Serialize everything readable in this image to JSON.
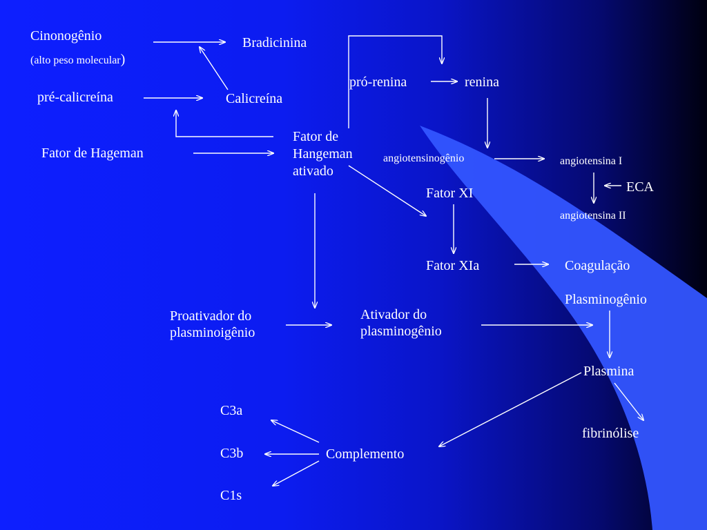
{
  "colors": {
    "background_start": "#0d1fff",
    "background_end": "#000010",
    "swoosh": "#3355ff",
    "text": "#ffffff",
    "arrow": "#ffffff"
  },
  "nodes": {
    "cinonogenio": "Cinonogênio",
    "alto_peso_molecular": "(alto peso molecular",
    "alto_peso_paren": ")",
    "bradicinina": "Bradicinina",
    "pre_calicreina": "pré-calicreína",
    "calicreina": "Calicreína",
    "fator_hageman": "Fator de Hageman",
    "fator_hageman_ativado": "Fator de Hangeman ativado",
    "pro_renina": "pró-renina",
    "renina": "renina",
    "angiotensinogenio": "angiotensinogênio",
    "angiotensina_1": "angiotensina I",
    "eca": "ECA",
    "angiotensina_2": "angiotensina II",
    "fator_xi": "Fator XI",
    "fator_xia": "Fator XIa",
    "coagulacao": "Coagulação",
    "plasminogenio": "Plasminogênio",
    "proativador": "Proativador do plasminoigênio",
    "ativador": "Ativador do plasminogênio",
    "plasmina": "Plasmina",
    "fibrinolise": "fibrinólise",
    "c3a": "C3a",
    "c3b": "C3b",
    "c1s": "C1s",
    "complemento": "Complemento"
  }
}
